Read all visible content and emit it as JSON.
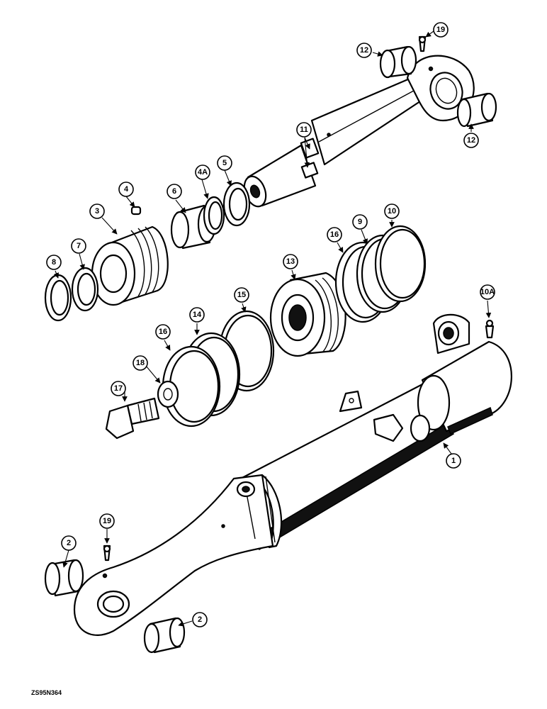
{
  "figure_ref": "ZS95N364",
  "callouts": [
    "1",
    "2",
    "2",
    "3",
    "4",
    "4A",
    "5",
    "6",
    "7",
    "8",
    "9",
    "10",
    "10A",
    "11",
    "12",
    "12",
    "13",
    "14",
    "15",
    "16",
    "16",
    "17",
    "18",
    "19",
    "19"
  ],
  "colors": {
    "line": "#000000",
    "background": "#ffffff"
  }
}
